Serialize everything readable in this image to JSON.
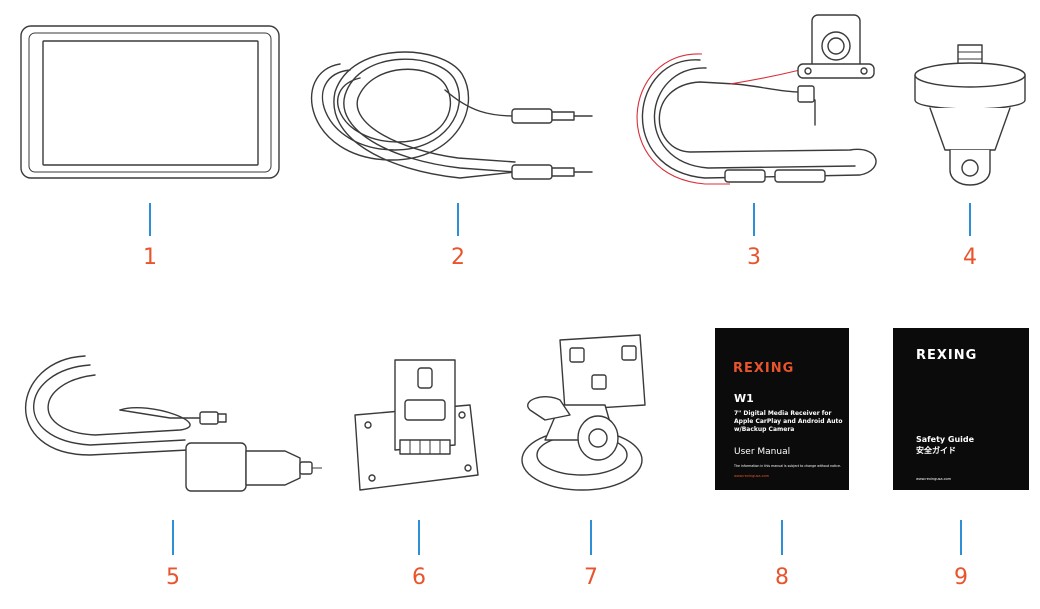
{
  "items": [
    {
      "number": "1"
    },
    {
      "number": "2"
    },
    {
      "number": "3"
    },
    {
      "number": "4"
    },
    {
      "number": "5"
    },
    {
      "number": "6"
    },
    {
      "number": "7"
    },
    {
      "number": "8"
    },
    {
      "number": "9"
    }
  ],
  "manual": {
    "brand": "REXING",
    "model": "W1",
    "description_lines": [
      "7\" Digital Media Receiver for",
      "Apple CarPlay and Android Auto",
      "w/Backup Camera"
    ],
    "title": "User Manual",
    "footer_note": "The information in this manual is subject to change without notice.",
    "website": "www.rexingusa.com"
  },
  "safety_guide": {
    "brand": "REXING",
    "title": "Safety Guide",
    "title_jp": "安全ガイド",
    "website": "www.rexingusa.com"
  },
  "colors": {
    "leader": "#2f8fd6",
    "number": "#e8542c",
    "brand_orange": "#e8542c",
    "booklet": "#0b0b0b"
  }
}
